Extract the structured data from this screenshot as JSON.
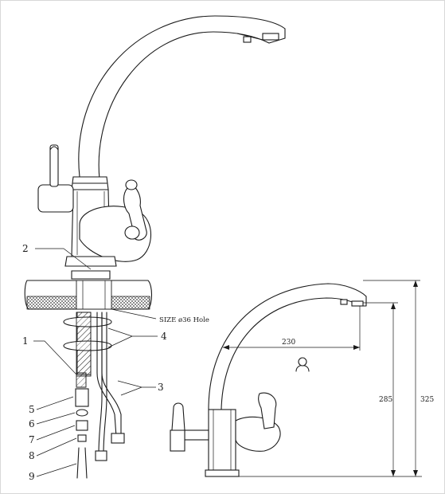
{
  "callouts": [
    {
      "id": "2",
      "text": "2"
    },
    {
      "id": "1",
      "text": "1"
    },
    {
      "id": "4",
      "text": "4"
    },
    {
      "id": "3",
      "text": "3"
    },
    {
      "id": "5",
      "text": "5"
    },
    {
      "id": "6",
      "text": "6"
    },
    {
      "id": "7",
      "text": "7"
    },
    {
      "id": "8",
      "text": "8"
    },
    {
      "id": "9",
      "text": "9"
    }
  ],
  "hole_note": "SIZE ø36 Hole",
  "dimensions": {
    "reach": "230",
    "spout_height": "285",
    "total_height": "325"
  },
  "colors": {
    "line": "#1a1a1a",
    "background": "#ffffff"
  }
}
